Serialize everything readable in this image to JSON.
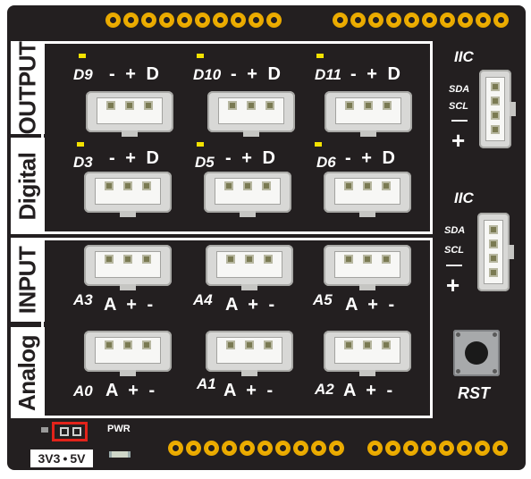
{
  "board": {
    "digital_label": "Digital",
    "output_label": "OUTPUT",
    "input_label": "INPUT",
    "analog_label": "Analog",
    "output_ports": [
      {
        "name": "D9",
        "pins": "- + D"
      },
      {
        "name": "D10",
        "pins": "- + D"
      },
      {
        "name": "D11",
        "pins": "- + D"
      },
      {
        "name": "D3",
        "pins": "- + D"
      },
      {
        "name": "D5",
        "pins": "- + D"
      },
      {
        "name": "D6",
        "pins": "- + D"
      }
    ],
    "input_ports": [
      {
        "name": "A3",
        "pins": "A + -"
      },
      {
        "name": "A4",
        "pins": "A + -"
      },
      {
        "name": "A5",
        "pins": "A + -"
      },
      {
        "name": "A0",
        "pins": "A + -"
      },
      {
        "name": "A1",
        "pins": "A + -"
      },
      {
        "name": "A2",
        "pins": "A + -"
      }
    ],
    "iic_ports": [
      {
        "title": "IIC",
        "sda": "SDA",
        "scl": "SCL",
        "minus": "—",
        "plus": "+"
      },
      {
        "title": "IIC",
        "sda": "SDA",
        "scl": "SCL",
        "minus": "—",
        "plus": "+"
      }
    ],
    "reset_label": "RST",
    "power_label": "PWR",
    "voltage_left": "3V3",
    "voltage_separator": "•",
    "voltage_right": "5V",
    "colors": {
      "board": "#231f20",
      "header_pads": "#f2b100",
      "led": "#f4e200",
      "jumper": "#e2231a"
    }
  }
}
